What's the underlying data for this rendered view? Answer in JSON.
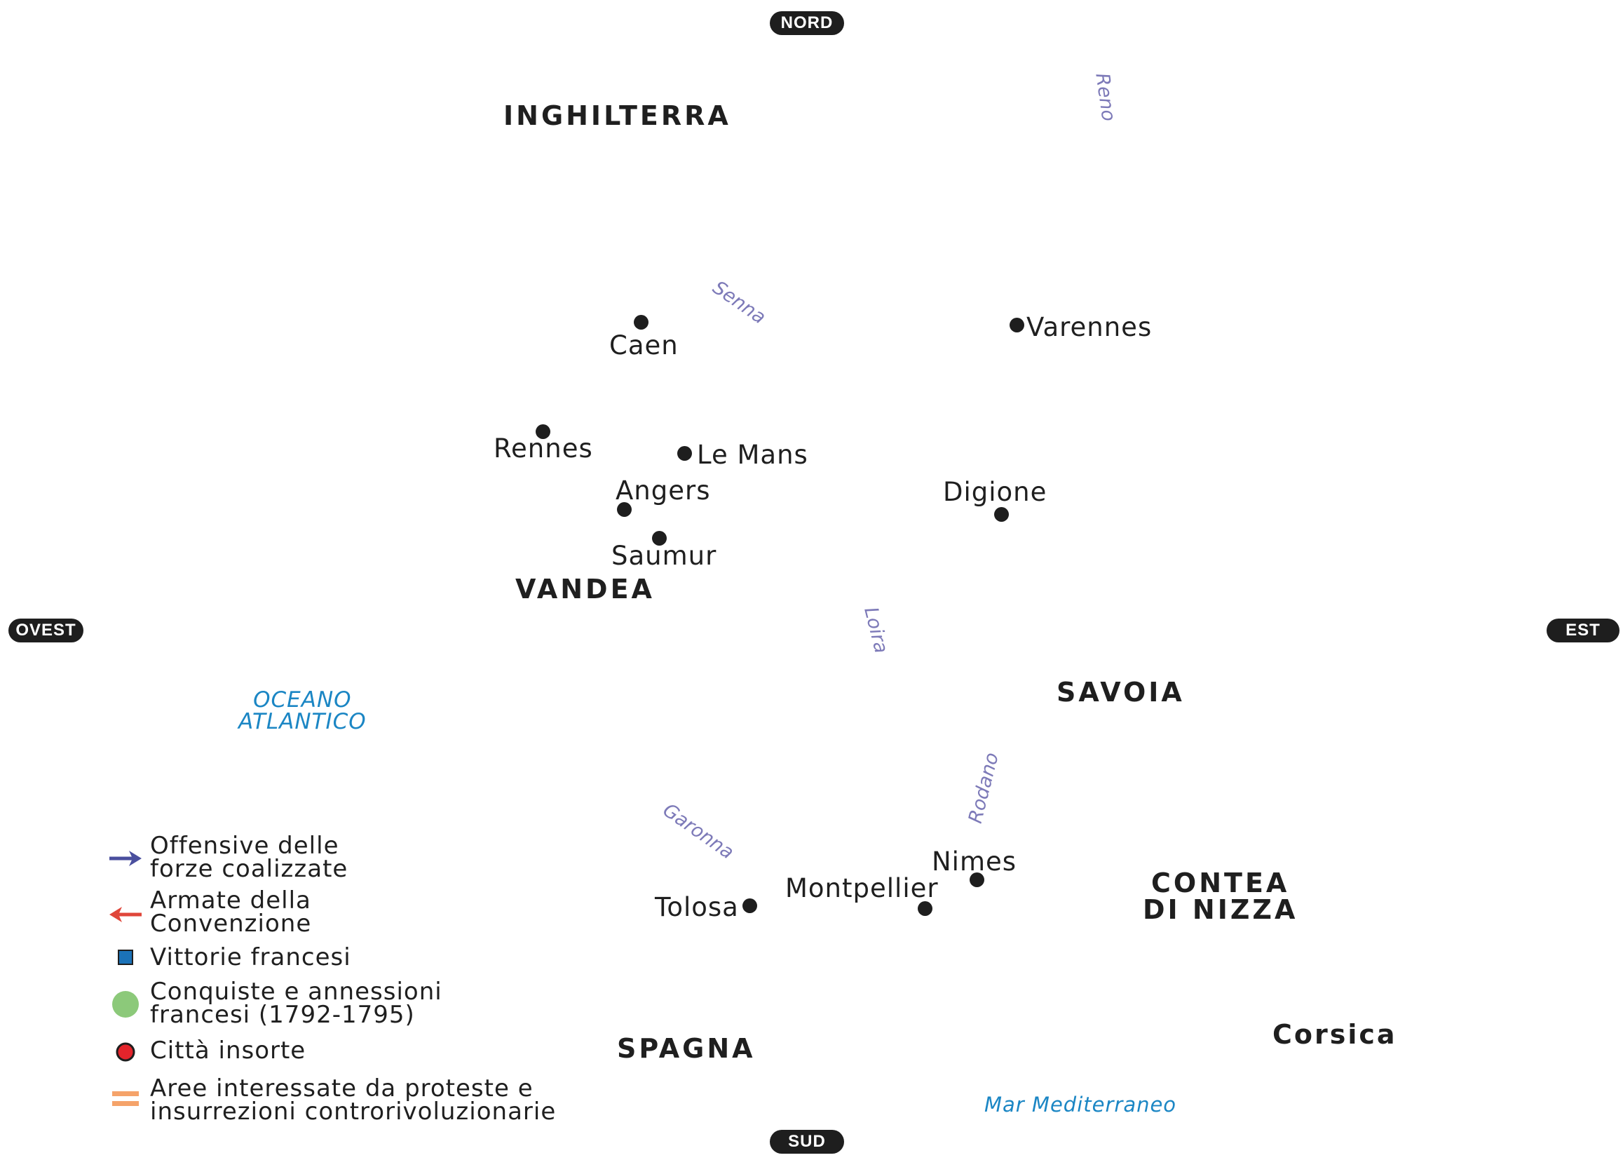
{
  "compass": {
    "north": "NORD",
    "south": "SUD",
    "west": "OVEST",
    "east": "EST"
  },
  "regions": {
    "inghilterra": "INGHILTERRA",
    "vandea": "VANDEA",
    "savoia": "SAVOIA",
    "contea_line1": "CONTEA",
    "contea_line2": "DI NIZZA",
    "spagna": "SPAGNA",
    "corsica": "Corsica"
  },
  "cities": {
    "caen": "Caen",
    "varennes": "Varennes",
    "rennes": "Rennes",
    "le_mans": "Le Mans",
    "angers": "Angers",
    "saumur": "Saumur",
    "digione": "Digione",
    "nimes": "Nimes",
    "montpellier": "Montpellier",
    "tolosa": "Tolosa"
  },
  "rivers": {
    "reno": "Reno",
    "senna": "Senna",
    "loira": "Loira",
    "rodano": "Rodano",
    "garonna": "Garonna"
  },
  "seas": {
    "oceano_line1": "OCEANO",
    "oceano_line2": "ATLANTICO",
    "mediterraneo": "Mar Mediterraneo"
  },
  "legend": {
    "offensive_line1": "Offensive delle",
    "offensive_line2": "forze coalizzate",
    "armate_line1": "Armate della",
    "armate_line2": "Convenzione",
    "vittorie": "Vittorie francesi",
    "conquiste_line1": "Conquiste e annessioni",
    "conquiste_line2": "francesi (1792-1795)",
    "citta": "Città insorte",
    "aree_line1": "Aree interessate da proteste e",
    "aree_line2": "insurrezioni controrivoluzionarie"
  },
  "colors": {
    "offensive_arrow": "#4a4f9e",
    "armate_arrow": "#e0463a",
    "vittorie_square": "#1b72b8",
    "conquiste_circle": "#8cc97a",
    "citta_dot": "#e3242b",
    "aree_lines": "#f5a36a",
    "river_text": "#7d7ab8",
    "sea_text": "#1b86c4"
  }
}
